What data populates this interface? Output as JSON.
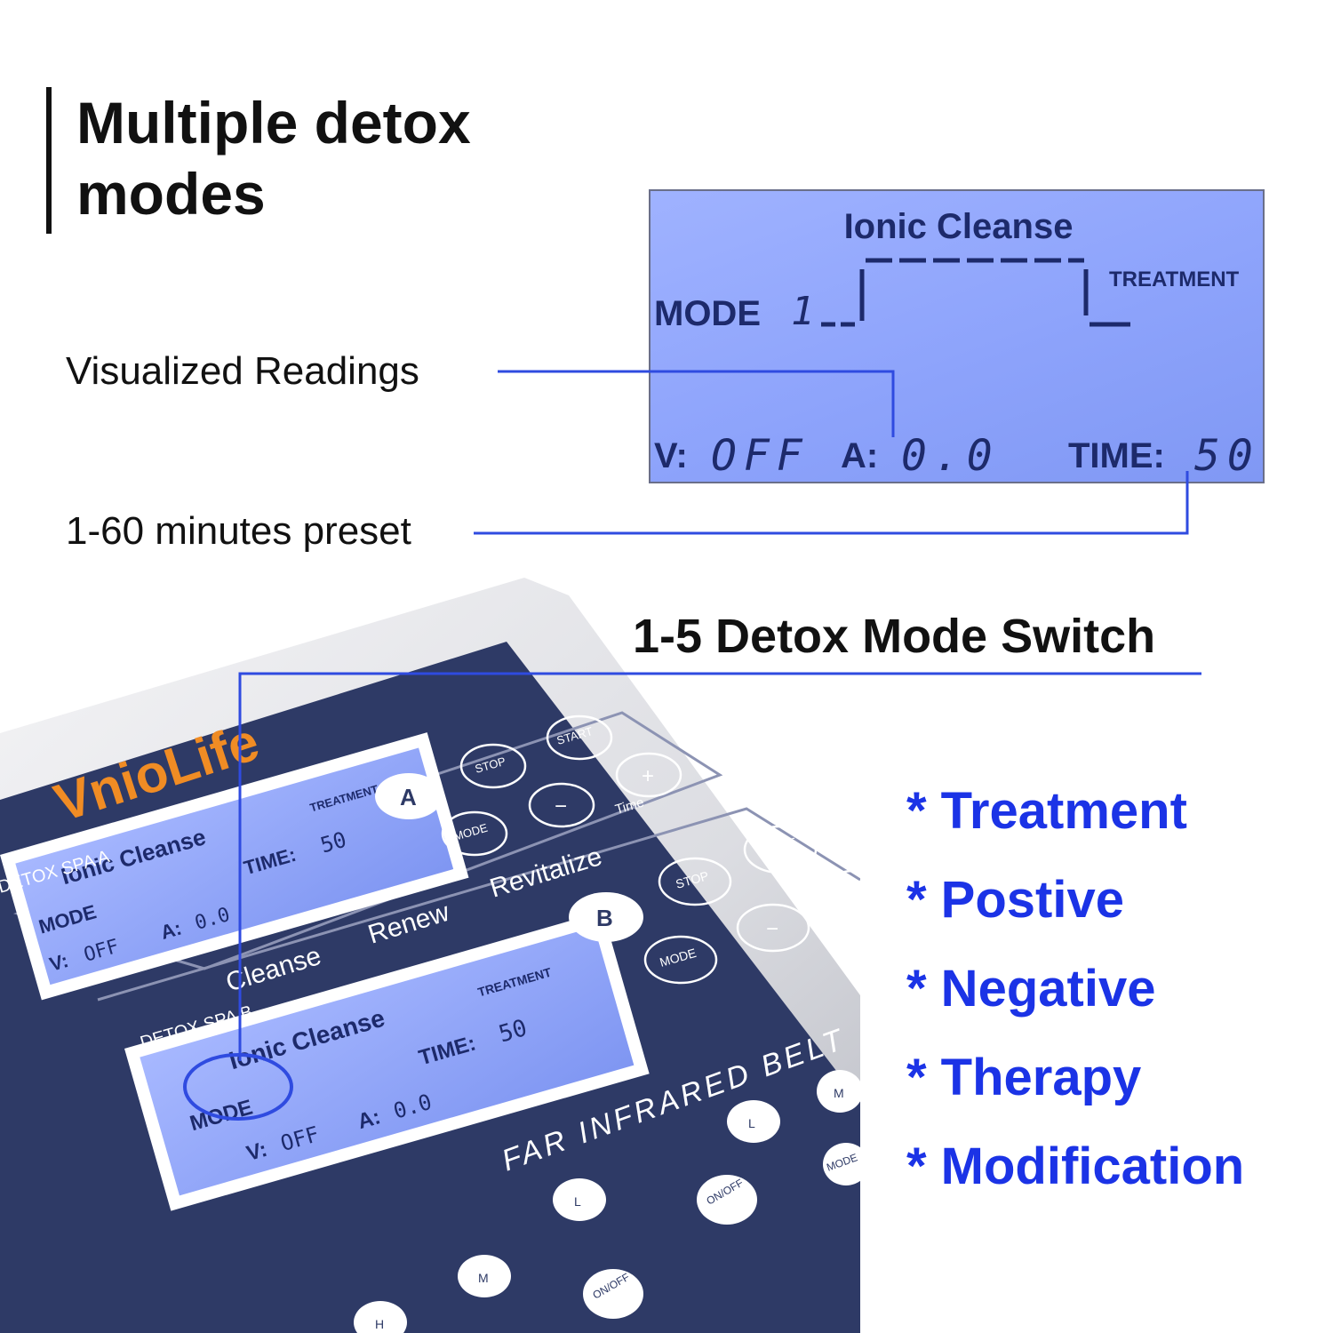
{
  "title": {
    "line1": "Multiple detox",
    "line2": "modes"
  },
  "callouts": {
    "readings": "Visualized Readings",
    "timer": "1-60 minutes preset"
  },
  "lcd": {
    "program": "Ionic Cleanse",
    "treatment": "TREATMENT",
    "mode_label": "MODE",
    "mode_value": "1",
    "v_label": "V:",
    "v_value": "OFF",
    "a_label": "A:",
    "a_value": "0.0",
    "time_label": "TIME:",
    "time_value": "50"
  },
  "mode_switch": {
    "heading": "1-5 Detox Mode Switch"
  },
  "features": [
    "* Treatment",
    "* Postive",
    "* Negative",
    "* Therapy",
    "* Modification"
  ],
  "device": {
    "brand": "VnioLife",
    "spa_a": "DETOX SPA A",
    "spa_b": "DETOX SPA B",
    "slogan": [
      "Cleanse",
      "Renew",
      "Revitalize"
    ],
    "belt": "FAR INFRARED BELT",
    "channel_a": "A",
    "channel_b": "B",
    "btn_start": "START",
    "btn_stop": "STOP",
    "btn_mode": "MODE",
    "btn_plus": "+",
    "btn_minus": "−",
    "btn_time": "Time",
    "btn_h": "H",
    "btn_m": "M",
    "btn_l": "L",
    "btn_onoff": "ON/OFF",
    "partial_time": "Tim",
    "partial_mode": "MODE"
  },
  "colors": {
    "accent": "#1b33e6",
    "panel": "#2e3a66",
    "lcd": "#95a9fc",
    "line": "#2f4be0"
  }
}
